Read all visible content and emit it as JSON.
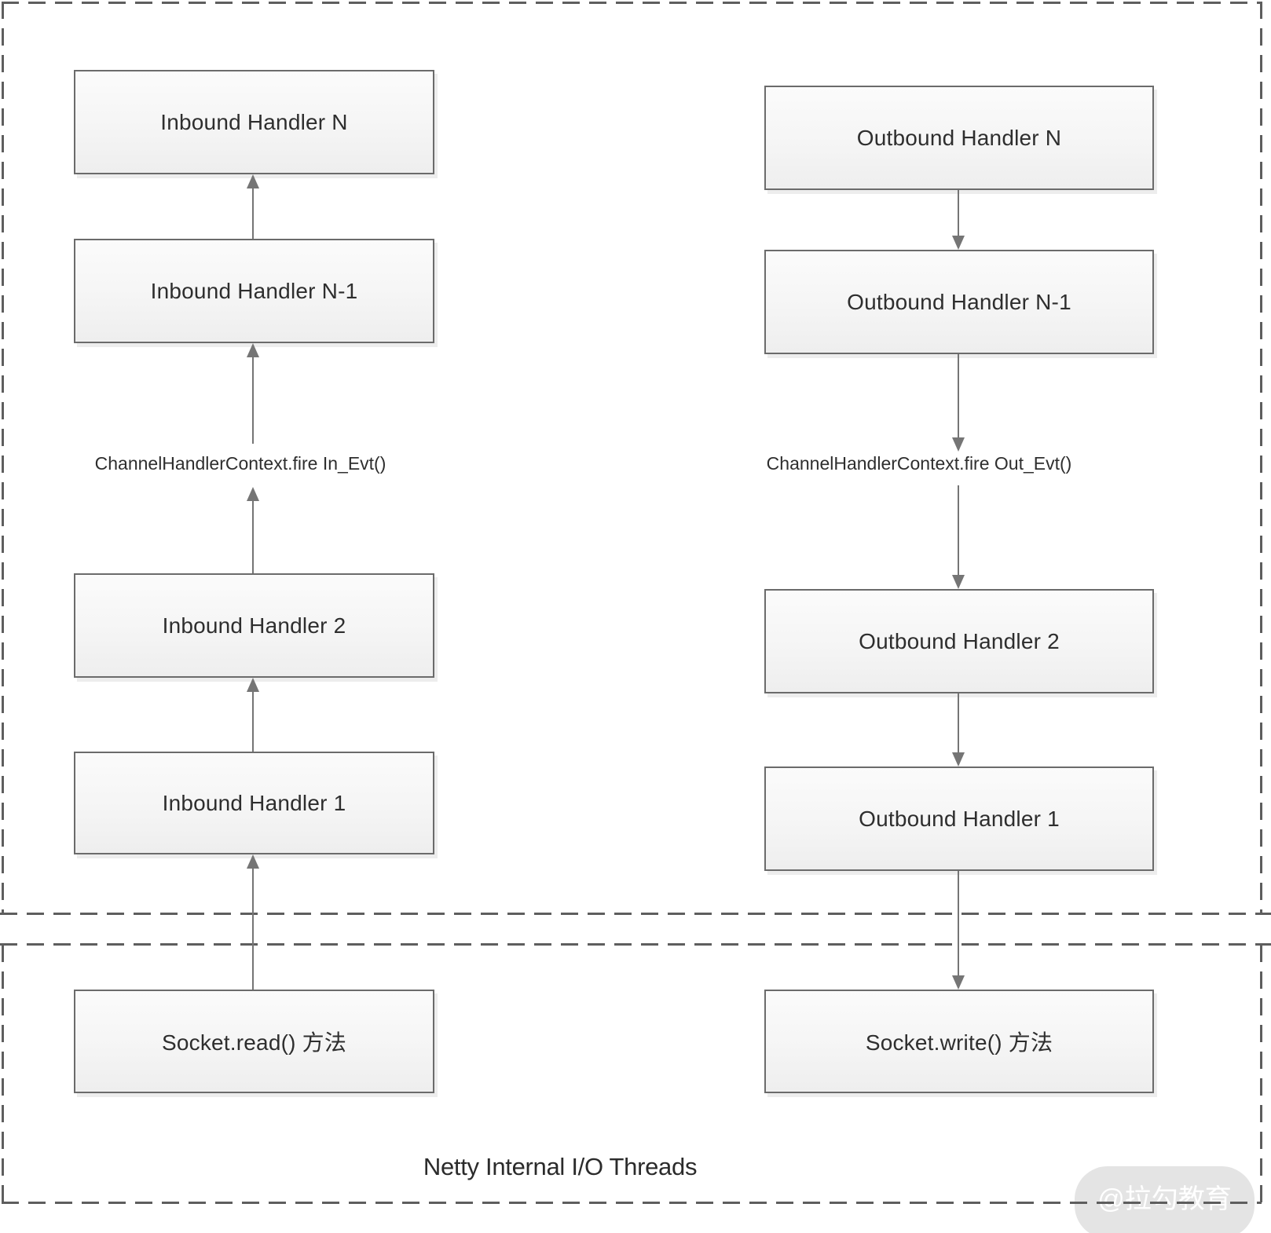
{
  "inbound": {
    "boxes": [
      "Inbound Handler N",
      "Inbound Handler N-1",
      "Inbound Handler 2",
      "Inbound Handler 1",
      "Socket.read() 方法"
    ],
    "event_label": "ChannelHandlerContext.fire In_Evt()"
  },
  "outbound": {
    "boxes": [
      "Outbound Handler N",
      "Outbound Handler N-1",
      "Outbound Handler 2",
      "Outbound Handler 1",
      "Socket.write() 方法"
    ],
    "event_label": "ChannelHandlerContext.fire Out_Evt()"
  },
  "footer": {
    "title": "Netty Internal I/O Threads"
  },
  "watermark": {
    "text": "@拉勾教育"
  },
  "colors": {
    "box_border": "#6b6b6b",
    "box_fill_top": "#fbfbfb",
    "box_fill_bottom": "#eeeeee",
    "arrow": "#757575",
    "dashed_border": "#5e5e5e",
    "text": "#2e2e2e",
    "watermark_bg": "#e4e4e4",
    "watermark_text": "#ffffff"
  }
}
